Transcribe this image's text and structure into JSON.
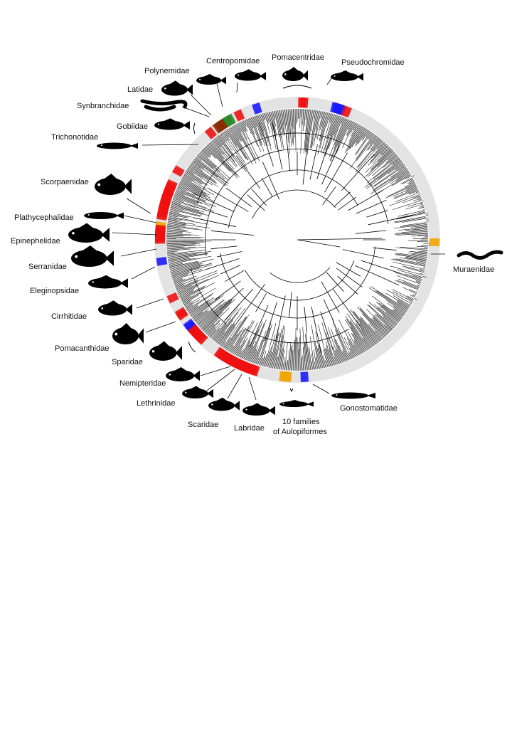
{
  "families": [
    {
      "id": "pomacentridae",
      "label": "Pomacentridae"
    },
    {
      "id": "pseudochromidae",
      "label": "Pseudochromidae"
    },
    {
      "id": "centropomidae",
      "label": "Centropomidae"
    },
    {
      "id": "polynemidae",
      "label": "Polynemidae"
    },
    {
      "id": "latidae",
      "label": "Latidae"
    },
    {
      "id": "synbranchidae",
      "label": "Synbranchidae"
    },
    {
      "id": "gobiidae",
      "label": "Gobiidae"
    },
    {
      "id": "trichonotidae",
      "label": "Trichonotidae"
    },
    {
      "id": "scorpaenidae",
      "label": "Scorpaenidae"
    },
    {
      "id": "platycephalidae",
      "label": "Plathycephalidae"
    },
    {
      "id": "epinephelidae",
      "label": "Epinephelidae"
    },
    {
      "id": "serranidae",
      "label": "Serranidae"
    },
    {
      "id": "eleginopsidae",
      "label": "Eleginopsidae"
    },
    {
      "id": "cirrhitidae",
      "label": "Cirrhitidae"
    },
    {
      "id": "pomacanthidae",
      "label": "Pomacanthidae"
    },
    {
      "id": "sparidae",
      "label": "Sparidae"
    },
    {
      "id": "nemipteridae",
      "label": "Nemipteridae"
    },
    {
      "id": "lethrinidae",
      "label": "Lethrinidae"
    },
    {
      "id": "scaridae",
      "label": "Scaridae"
    },
    {
      "id": "labridae",
      "label": "Labridae"
    },
    {
      "id": "aulopiformes",
      "label": "10 families",
      "label2": "of Aulopiformes"
    },
    {
      "id": "gonostomatidae",
      "label": "Gonostomatidae"
    },
    {
      "id": "muraenidae",
      "label": "Muraenidae"
    }
  ],
  "colors": {
    "ring": "#e3e3e3",
    "tree": "#000000",
    "red": "#ee1111",
    "blue": "#1a1aff",
    "orange": "#f0a500",
    "green": "#2a8a2a",
    "brown": "#8b2a00",
    "silhouette": "#000000"
  }
}
